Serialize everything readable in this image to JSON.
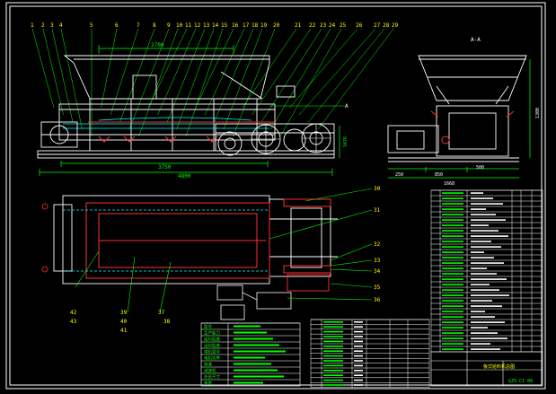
{
  "drawing": {
    "palette": {
      "background": "#000000",
      "frame": "#ffffff",
      "outline": "#ffffff",
      "dimension": "#00ff00",
      "part": "#ff3030",
      "hidden": "#00ffff",
      "number": "#ffff00",
      "table": "#ffffff",
      "table_text": "#00ff00",
      "motor": "#e0e0e0"
    },
    "front_view": {
      "callouts": [
        "1",
        "2",
        "3",
        "4",
        "5",
        "6",
        "7",
        "8",
        "9",
        "10",
        "11",
        "12",
        "13",
        "14",
        "15",
        "16",
        "17",
        "18",
        "19",
        "20",
        "21",
        "22",
        "23",
        "24",
        "25",
        "26",
        "27",
        "28",
        "29"
      ],
      "dim_top": "2700",
      "dim_bottom_1": "3750",
      "dim_bottom_2": "4800",
      "dim_height": "3476",
      "section_mark": "A"
    },
    "side_view": {
      "section_label": "A-A",
      "dim_width": "1668",
      "dim_left": "250",
      "dim_mid": "850",
      "dim_right": "500",
      "dim_height": "1300"
    },
    "plan_view": {
      "callouts_right": [
        "30",
        "31",
        "32",
        "33",
        "34",
        "35",
        "36"
      ],
      "callouts_bottom": [
        "42",
        "43",
        "39",
        "40",
        "41",
        "37",
        "38"
      ]
    },
    "spec_table": {
      "rows": [
        "型号",
        "生产能力",
        "给料粒度",
        "出料粒度",
        "电机型号",
        "电机功率",
        "转速",
        "减速机",
        "外形尺寸",
        "重量"
      ]
    },
    "parts_list_right": {
      "row_count": 30
    },
    "parts_list_mid": {
      "row_count": 14
    },
    "title_block": {
      "drawing_no": "GZ5-C1-00",
      "name": "板式给料机总图"
    }
  }
}
